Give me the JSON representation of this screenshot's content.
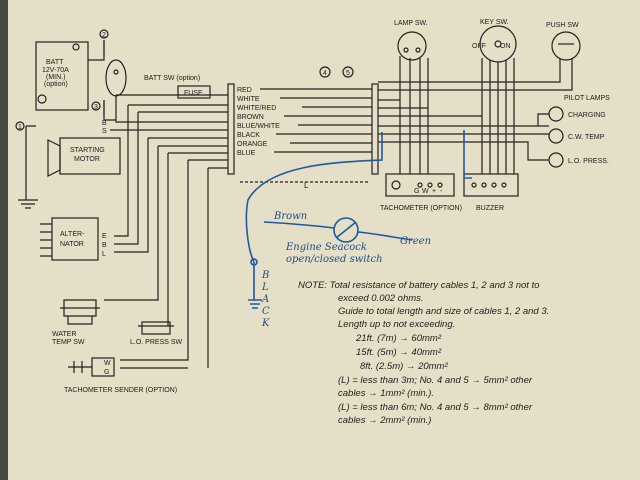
{
  "components": {
    "batt": [
      "BATT",
      "12V-70A",
      "(MIN.)",
      "(option)"
    ],
    "batt_sw": "BATT SW (option)",
    "fuse": "FUSE",
    "starting_motor": [
      "STARTING",
      "MOTOR"
    ],
    "alternator": [
      "ALTER-",
      "NATOR"
    ],
    "alternator_terminals": [
      "E",
      "B",
      "L"
    ],
    "starter_terminals": [
      "B",
      "S"
    ],
    "water_temp_sw": [
      "WATER",
      "TEMP SW"
    ],
    "lo_press_sw": "L.O. PRESS SW",
    "tachometer_sender": "TACHOMETER SENDER (OPTION)",
    "sender_terminals": [
      "W",
      "G"
    ],
    "lamp_sw": "LAMP SW.",
    "key_sw": "KEY SW.",
    "key_positions": [
      "OFF",
      "ON"
    ],
    "push_sw": "PUSH SW",
    "pilot_lamps": "PILOT LAMPS",
    "lamps": [
      "CHARGING",
      "C.W. TEMP",
      "L.O. PRESS."
    ],
    "tachometer": "TACHOMETER (OPTION)",
    "tach_terminals": [
      "G",
      "W",
      "+",
      "-"
    ],
    "buzzer": "BUZZER",
    "length_marker": "L",
    "cable_numbers": [
      "1",
      "2",
      "3",
      "4",
      "5"
    ]
  },
  "wires": [
    "RED",
    "WHITE",
    "WHITE/RED",
    "BROWN",
    "BLUE/WHITE",
    "BLACK",
    "ORANGE",
    "BLUE"
  ],
  "handwritten": {
    "brown": "Brown",
    "green": "Green",
    "switch_line1": "Engine Seacock",
    "switch_line2": "open/closed switch",
    "black_letters": [
      "B",
      "L",
      "A",
      "C",
      "K"
    ]
  },
  "note": [
    "NOTE:  Total resistance of battery cables 1, 2 and 3 not to",
    "exceed 0.002 ohms.",
    "Guide to total length and size of cables 1, 2 and 3.",
    "Length up to not exceeding.",
    "21ft. (7m) → 60mm²",
    "15ft. (5m) → 40mm²",
    "8ft. (2.5m) → 20mm²",
    "(L) = less than 3m; No. 4 and 5 → 5mm² other",
    "cables → 1mm² (min.).",
    "(L) = less than 6m; No. 4 and 5 → 8mm² other",
    "cables → 2mm² (min.)"
  ],
  "colors": {
    "paper": "#e4dfc6",
    "ink": "#222222",
    "pen": "#1f5aa0"
  }
}
